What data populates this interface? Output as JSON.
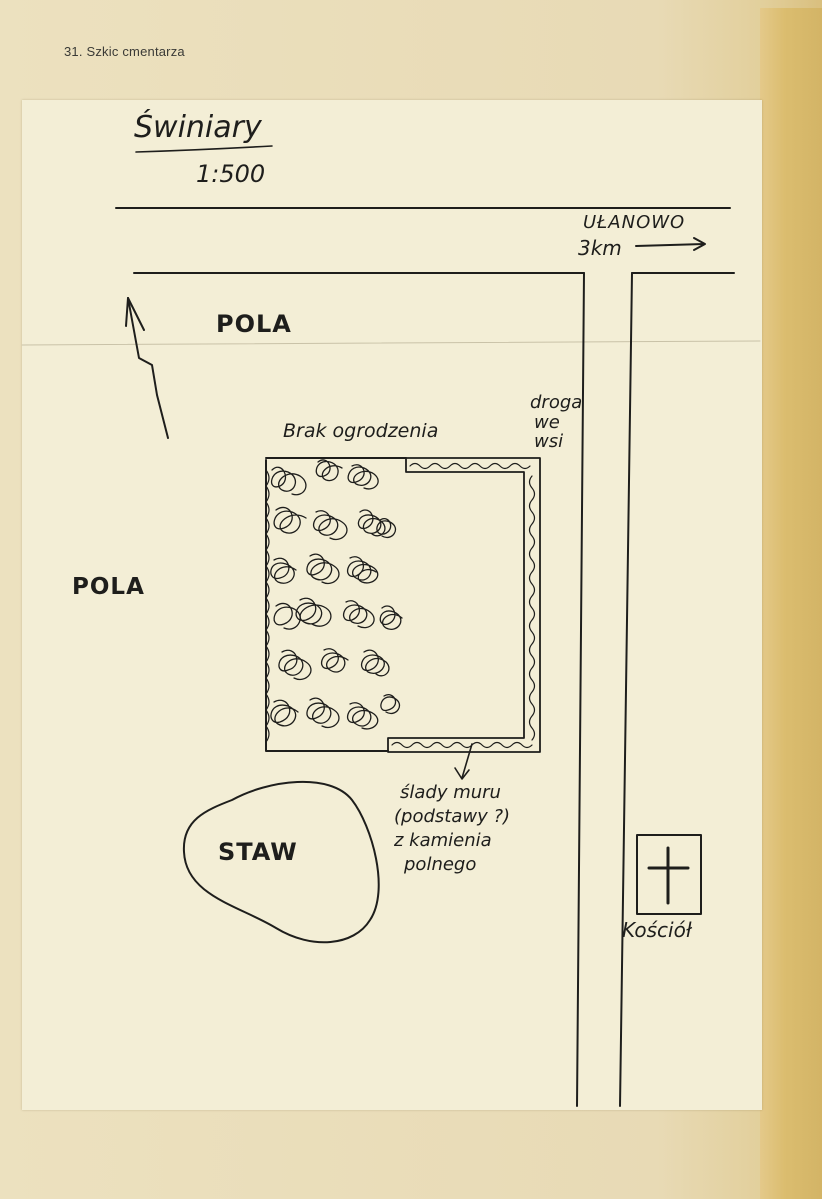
{
  "page": {
    "caption": "31. Szkic cmentarza"
  },
  "sketch": {
    "title": "Świniary",
    "scale": "1:500",
    "road_sign": {
      "destination": "UŁANOWO",
      "distance": "3km"
    },
    "labels": {
      "fields_top": "POLA",
      "fields_left": "POLA",
      "no_fence": "Brak ogrodzenia",
      "village_road": [
        "droga",
        "we",
        "wsi"
      ],
      "wall_traces": [
        "ślady muru",
        "(podstawy ?)",
        "z kamienia",
        "polnego"
      ],
      "pond": "STAW",
      "church": "Kościół"
    },
    "icons": {
      "north_arrow": "north-arrow-icon",
      "church_cross": "cross-icon"
    },
    "colors": {
      "ink": "#1e1e1c",
      "paper": "#f3eed6",
      "page": "#e9dcb4"
    }
  }
}
